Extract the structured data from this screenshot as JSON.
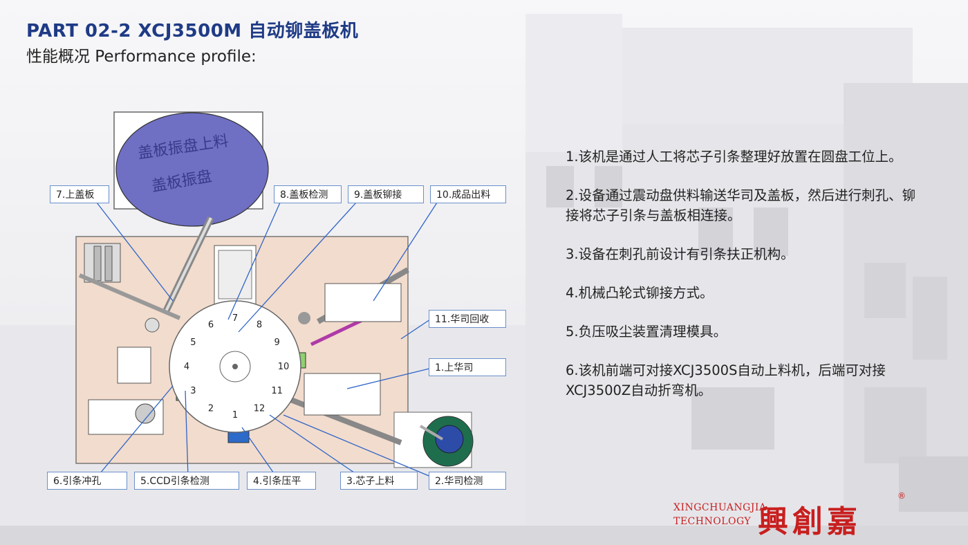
{
  "header": {
    "title": "PART 02-2   XCJ3500M 自动铆盖板机",
    "subtitle": "性能概况 Performance profile:"
  },
  "diagram": {
    "disc_text_1": "盖板振盘上料",
    "disc_text_2": "盖板振盘",
    "wheel_numbers": [
      "1",
      "2",
      "3",
      "4",
      "5",
      "6",
      "7",
      "8",
      "9",
      "10",
      "11",
      "12"
    ],
    "labels": [
      "7.上盖板",
      "8.盖板检测",
      "9.盖板铆接",
      "10.成品出料",
      "11.华司回收",
      "1.上华司",
      "6.引条冲孔",
      "5.CCD引条检测",
      "4.引条压平",
      "3.芯子上料",
      "2.华司检测"
    ]
  },
  "description": [
    "1.该机是通过人工将芯子引条整理好放置在圆盘工位上。",
    "2.设备通过震动盘供料输送华司及盖板，然后进行刺孔、铆接将芯子引条与盖板相连接。",
    "3.设备在刺孔前设计有引条扶正机构。",
    "4.机械凸轮式铆接方式。",
    "5.负压吸尘装置清理模具。",
    "6.该机前端可对接XCJ3500S自动上料机，后端可对接XCJ3500Z自动折弯机。"
  ],
  "logo": {
    "en_line1": "XINGCHUANGJIA",
    "en_line2": "TECHNOLOGY",
    "cn": "興創嘉",
    "reg": "®"
  },
  "colors": {
    "title_blue": "#1f3b86",
    "label_border": "#6a8fc9",
    "logo_red": "#c81f1f",
    "machine_plate": "#f2dccd",
    "disc_purple": "#6f6fc4"
  }
}
